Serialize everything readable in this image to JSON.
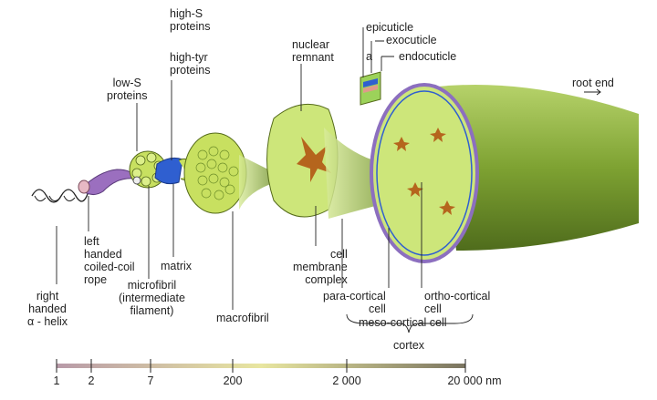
{
  "labels": {
    "right_helix": [
      "right",
      "handed",
      "α - helix"
    ],
    "left_rope": [
      "left",
      "handed",
      "coiled-coil",
      "rope"
    ],
    "low_s": [
      "low-S",
      "proteins"
    ],
    "high_s": [
      "high-S",
      "proteins"
    ],
    "high_tyr": [
      "high-tyr",
      "proteins"
    ],
    "matrix": "matrix",
    "microfibril": [
      "microfibril",
      "(intermediate",
      "filament)"
    ],
    "macrofibril": "macrofibril",
    "nuclear_remnant": [
      "nuclear",
      "remnant"
    ],
    "cell_membrane_complex": [
      "cell",
      "membrane",
      "complex"
    ],
    "para_cortical": [
      "para-cortical",
      "cell"
    ],
    "ortho_cortical": [
      "ortho-cortical",
      "cell"
    ],
    "meso_cortical": "meso-cortical cell",
    "cortex": "cortex",
    "epicuticle": "epicuticle",
    "exocuticle": "exocuticle",
    "a": "a",
    "endocuticle": "endocuticle",
    "root_end": "root end"
  },
  "scale": {
    "ticks": [
      "1",
      "2",
      "7",
      "200",
      "2 000",
      "20 000 nm"
    ]
  },
  "colors": {
    "green_light": "#cde67a",
    "green_mid": "#9cc34a",
    "green_dark": "#6f8f2a",
    "brown": "#b5651d",
    "purple": "#9b6fbf",
    "blue": "#2f5fd0"
  }
}
